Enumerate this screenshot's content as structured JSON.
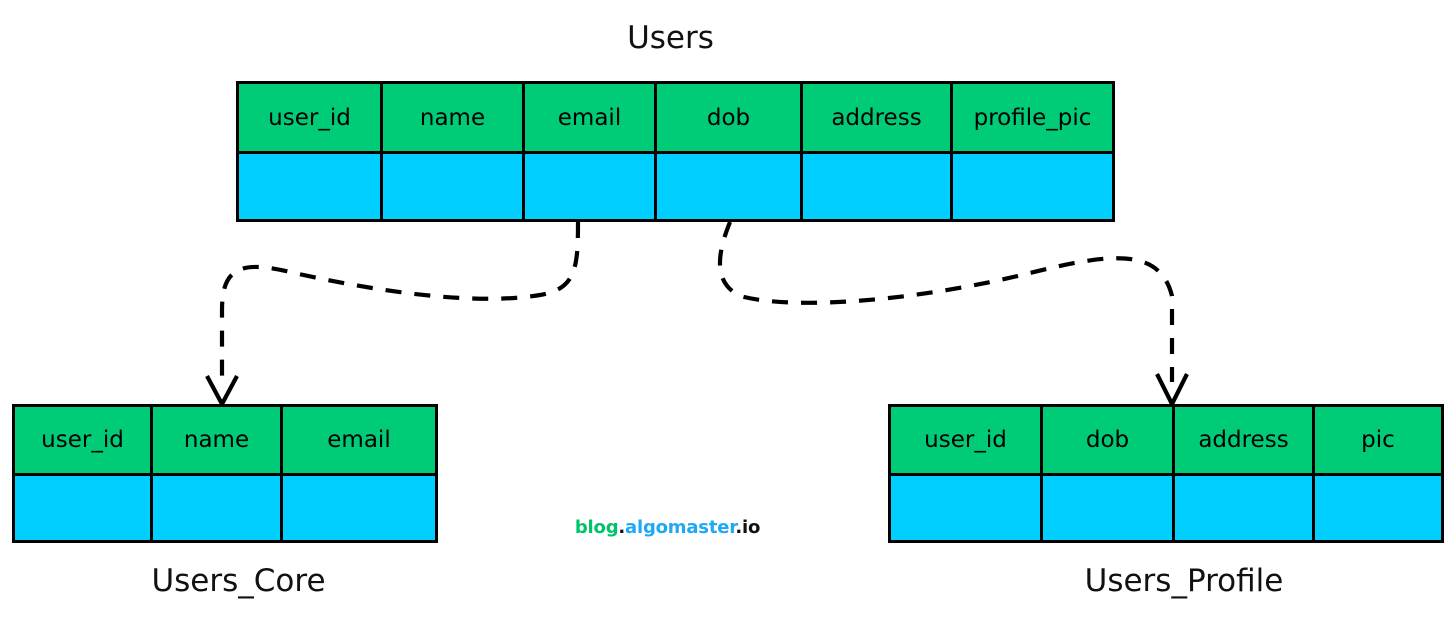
{
  "diagram": {
    "title": "Users",
    "colors": {
      "header_green": "#00cc77",
      "row_blue": "#00cfff",
      "border_black": "#000000",
      "background": "#ffffff",
      "watermark_green": "#00c46a",
      "watermark_blue": "#1fa9f5",
      "watermark_black": "#111111"
    }
  },
  "users_table": {
    "title": "Users",
    "columns": [
      "user_id",
      "name",
      "email",
      "dob",
      "address",
      "profile_pic"
    ],
    "rows": [
      [
        "",
        "",
        "",
        "",
        "",
        ""
      ]
    ]
  },
  "users_core_table": {
    "title": "Users_Core",
    "columns": [
      "user_id",
      "name",
      "email"
    ],
    "rows": [
      [
        "",
        "",
        ""
      ]
    ]
  },
  "users_profile_table": {
    "title": "Users_Profile",
    "columns": [
      "user_id",
      "dob",
      "address",
      "pic"
    ],
    "rows": [
      [
        "",
        "",
        "",
        ""
      ]
    ]
  },
  "arrows": [
    {
      "name": "users-to-users-core",
      "from": "Users.email",
      "to": "Users_Core",
      "style": "dashed",
      "arrowhead": "open-v"
    },
    {
      "name": "users-to-users-profile",
      "from": "Users.dob",
      "to": "Users_Profile",
      "style": "dashed",
      "arrowhead": "open-v"
    }
  ],
  "watermark": {
    "part1": "blog",
    "dot1": ".",
    "part2": "algomaster",
    "part3": ".io"
  }
}
